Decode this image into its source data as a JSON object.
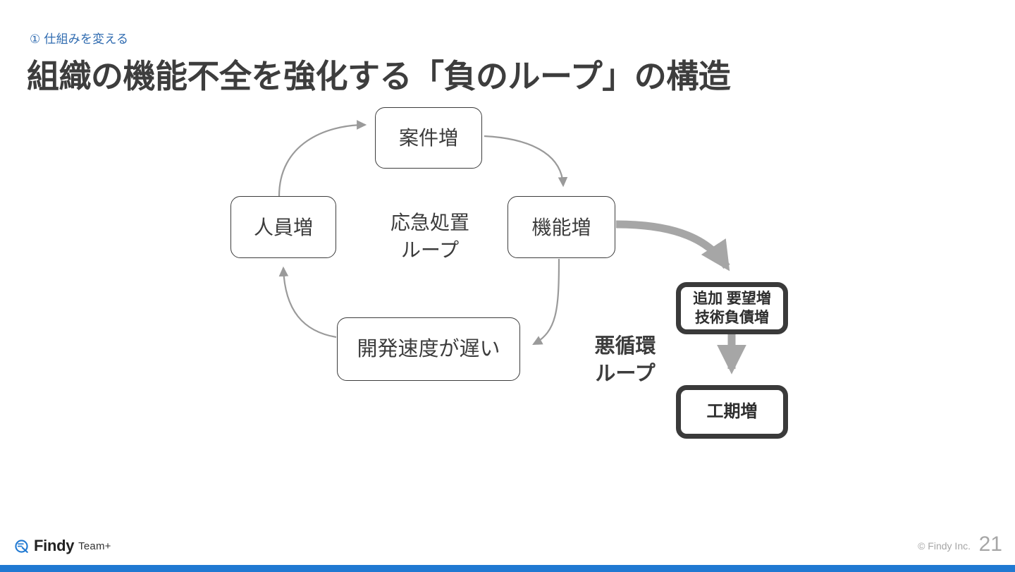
{
  "header": {
    "eyebrow": "① 仕組みを変える",
    "title": "組織の機能不全を強化する「負のループ」の構造"
  },
  "diagram": {
    "type": "causal-loop",
    "nodes": [
      {
        "id": "anken",
        "label": "案件増",
        "style": "light"
      },
      {
        "id": "jinin",
        "label": "人員増",
        "style": "light"
      },
      {
        "id": "kinou",
        "label": "機能増",
        "style": "light"
      },
      {
        "id": "sokudo",
        "label": "開発速度が遅い",
        "style": "light"
      },
      {
        "id": "youbou",
        "label_line1": "追加 要望増",
        "label_line2": "技術負債増",
        "style": "dark"
      },
      {
        "id": "kouki",
        "label": "工期増",
        "style": "dark"
      }
    ],
    "labels": {
      "center_loop_line1": "応急処置",
      "center_loop_line2": "ループ",
      "right_loop_line1": "悪循環",
      "right_loop_line2": "ループ"
    },
    "edges": [
      {
        "from": "jinin",
        "to": "anken",
        "weight": "thin"
      },
      {
        "from": "anken",
        "to": "kinou",
        "weight": "thin"
      },
      {
        "from": "kinou",
        "to": "sokudo",
        "weight": "thin"
      },
      {
        "from": "sokudo",
        "to": "jinin",
        "weight": "thin"
      },
      {
        "from": "kinou",
        "to": "youbou",
        "weight": "thick"
      },
      {
        "from": "youbou",
        "to": "kouki",
        "weight": "thick"
      }
    ]
  },
  "footer": {
    "brand_name": "Findy",
    "brand_suffix": "Team+",
    "copyright": "© Findy Inc.",
    "page_number": "21"
  },
  "colors": {
    "eyebrow_blue": "#2f6bb0",
    "accent_bar_blue": "#2079d2",
    "text_dark": "#3c3c3c",
    "thin_arrow_gray": "#9a9a9a",
    "thick_arrow_gray": "#a6a6a6",
    "dark_border": "#3a3a3a"
  }
}
